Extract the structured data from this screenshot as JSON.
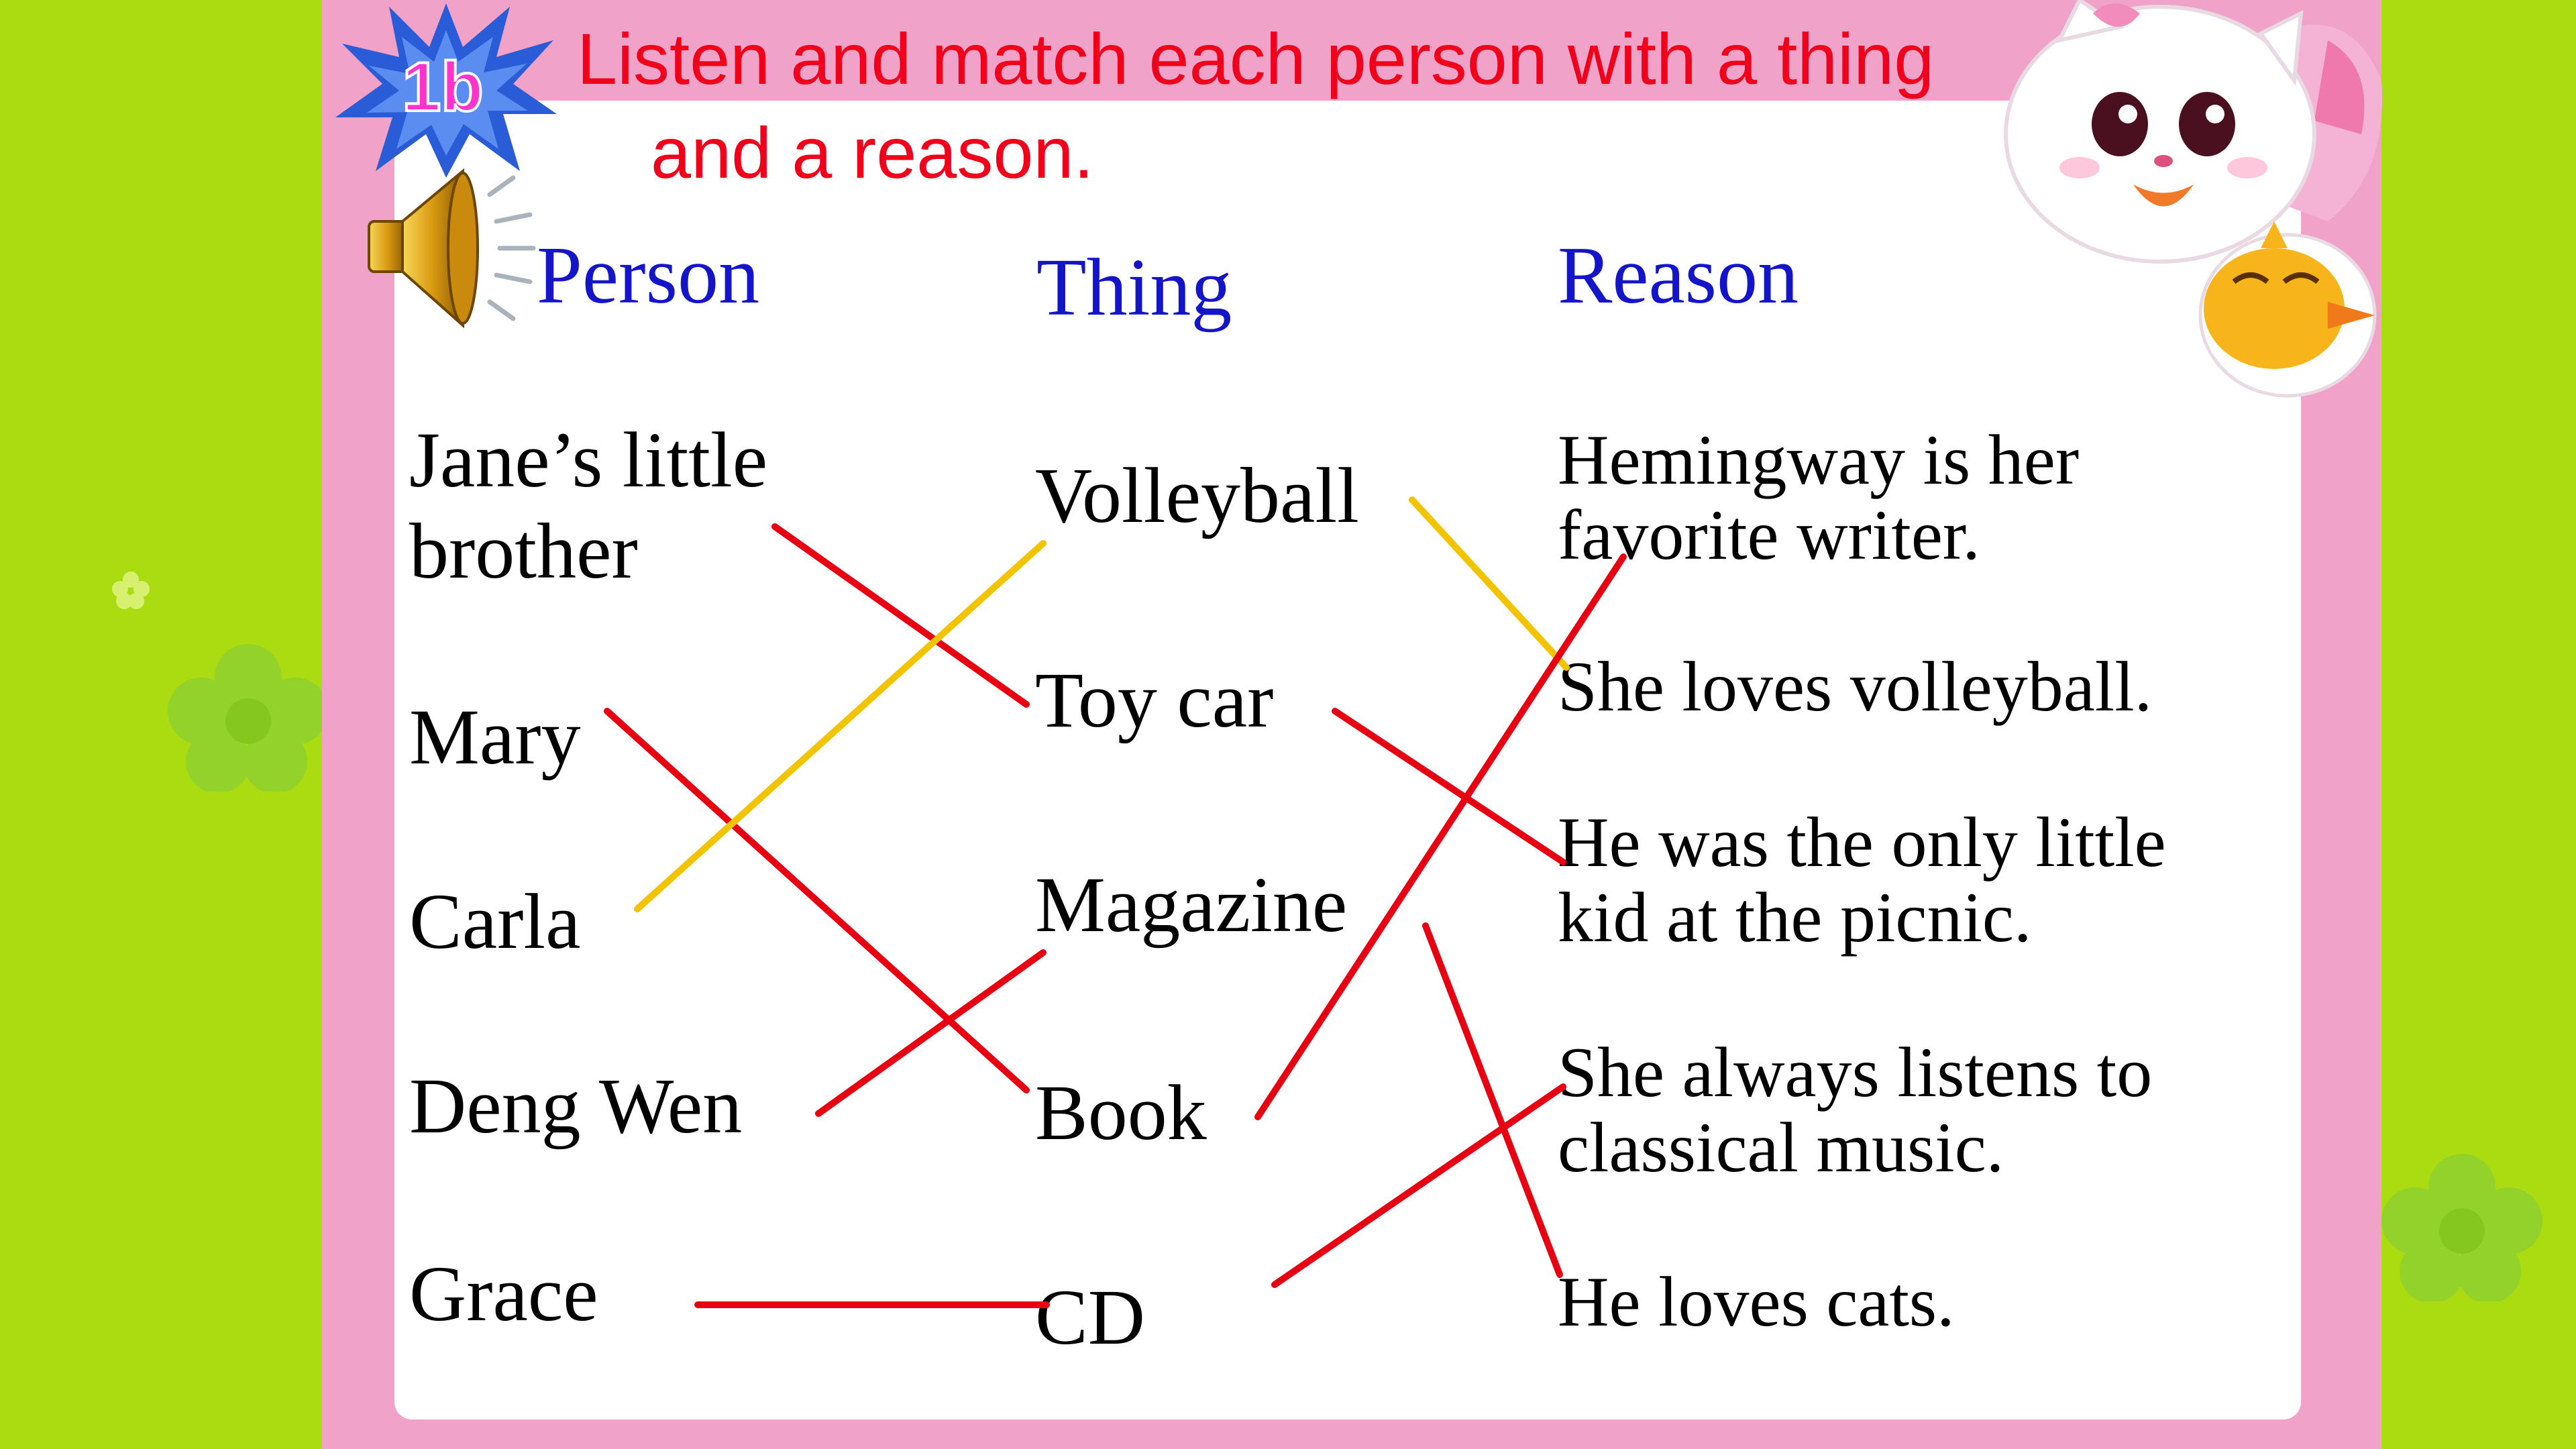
{
  "badge": {
    "label": "1b"
  },
  "instruction": {
    "line1": "Listen and match each person with a thing",
    "line2": "and a reason."
  },
  "headers": {
    "person": "Person",
    "thing": "Thing",
    "reason": "Reason"
  },
  "persons": [
    "Jane’s little",
    "brother",
    "Mary",
    "Carla",
    "Deng Wen",
    "Grace"
  ],
  "things": [
    "Volleyball",
    "Toy car",
    "Magazine",
    "Book",
    "CD"
  ],
  "reasons": [
    "Hemingway is her favorite writer.",
    "She loves volleyball.",
    "He was the only little kid at the picnic.",
    "She always listens to classical music.",
    "He loves cats."
  ],
  "colors": {
    "background": "#abdc12",
    "frame": "#f0a2c9",
    "panel": "#ffffff",
    "instruction_text": "#f0001b",
    "header_text": "#1414c8",
    "red_line": "#e60012",
    "yellow_line": "#f2c400",
    "badge_star": "#2a5cd8",
    "badge_text": "#ff33cc"
  },
  "icons": [
    "speaker-icon",
    "cat-mascot",
    "chick-mascot",
    "flower-decoration"
  ]
}
